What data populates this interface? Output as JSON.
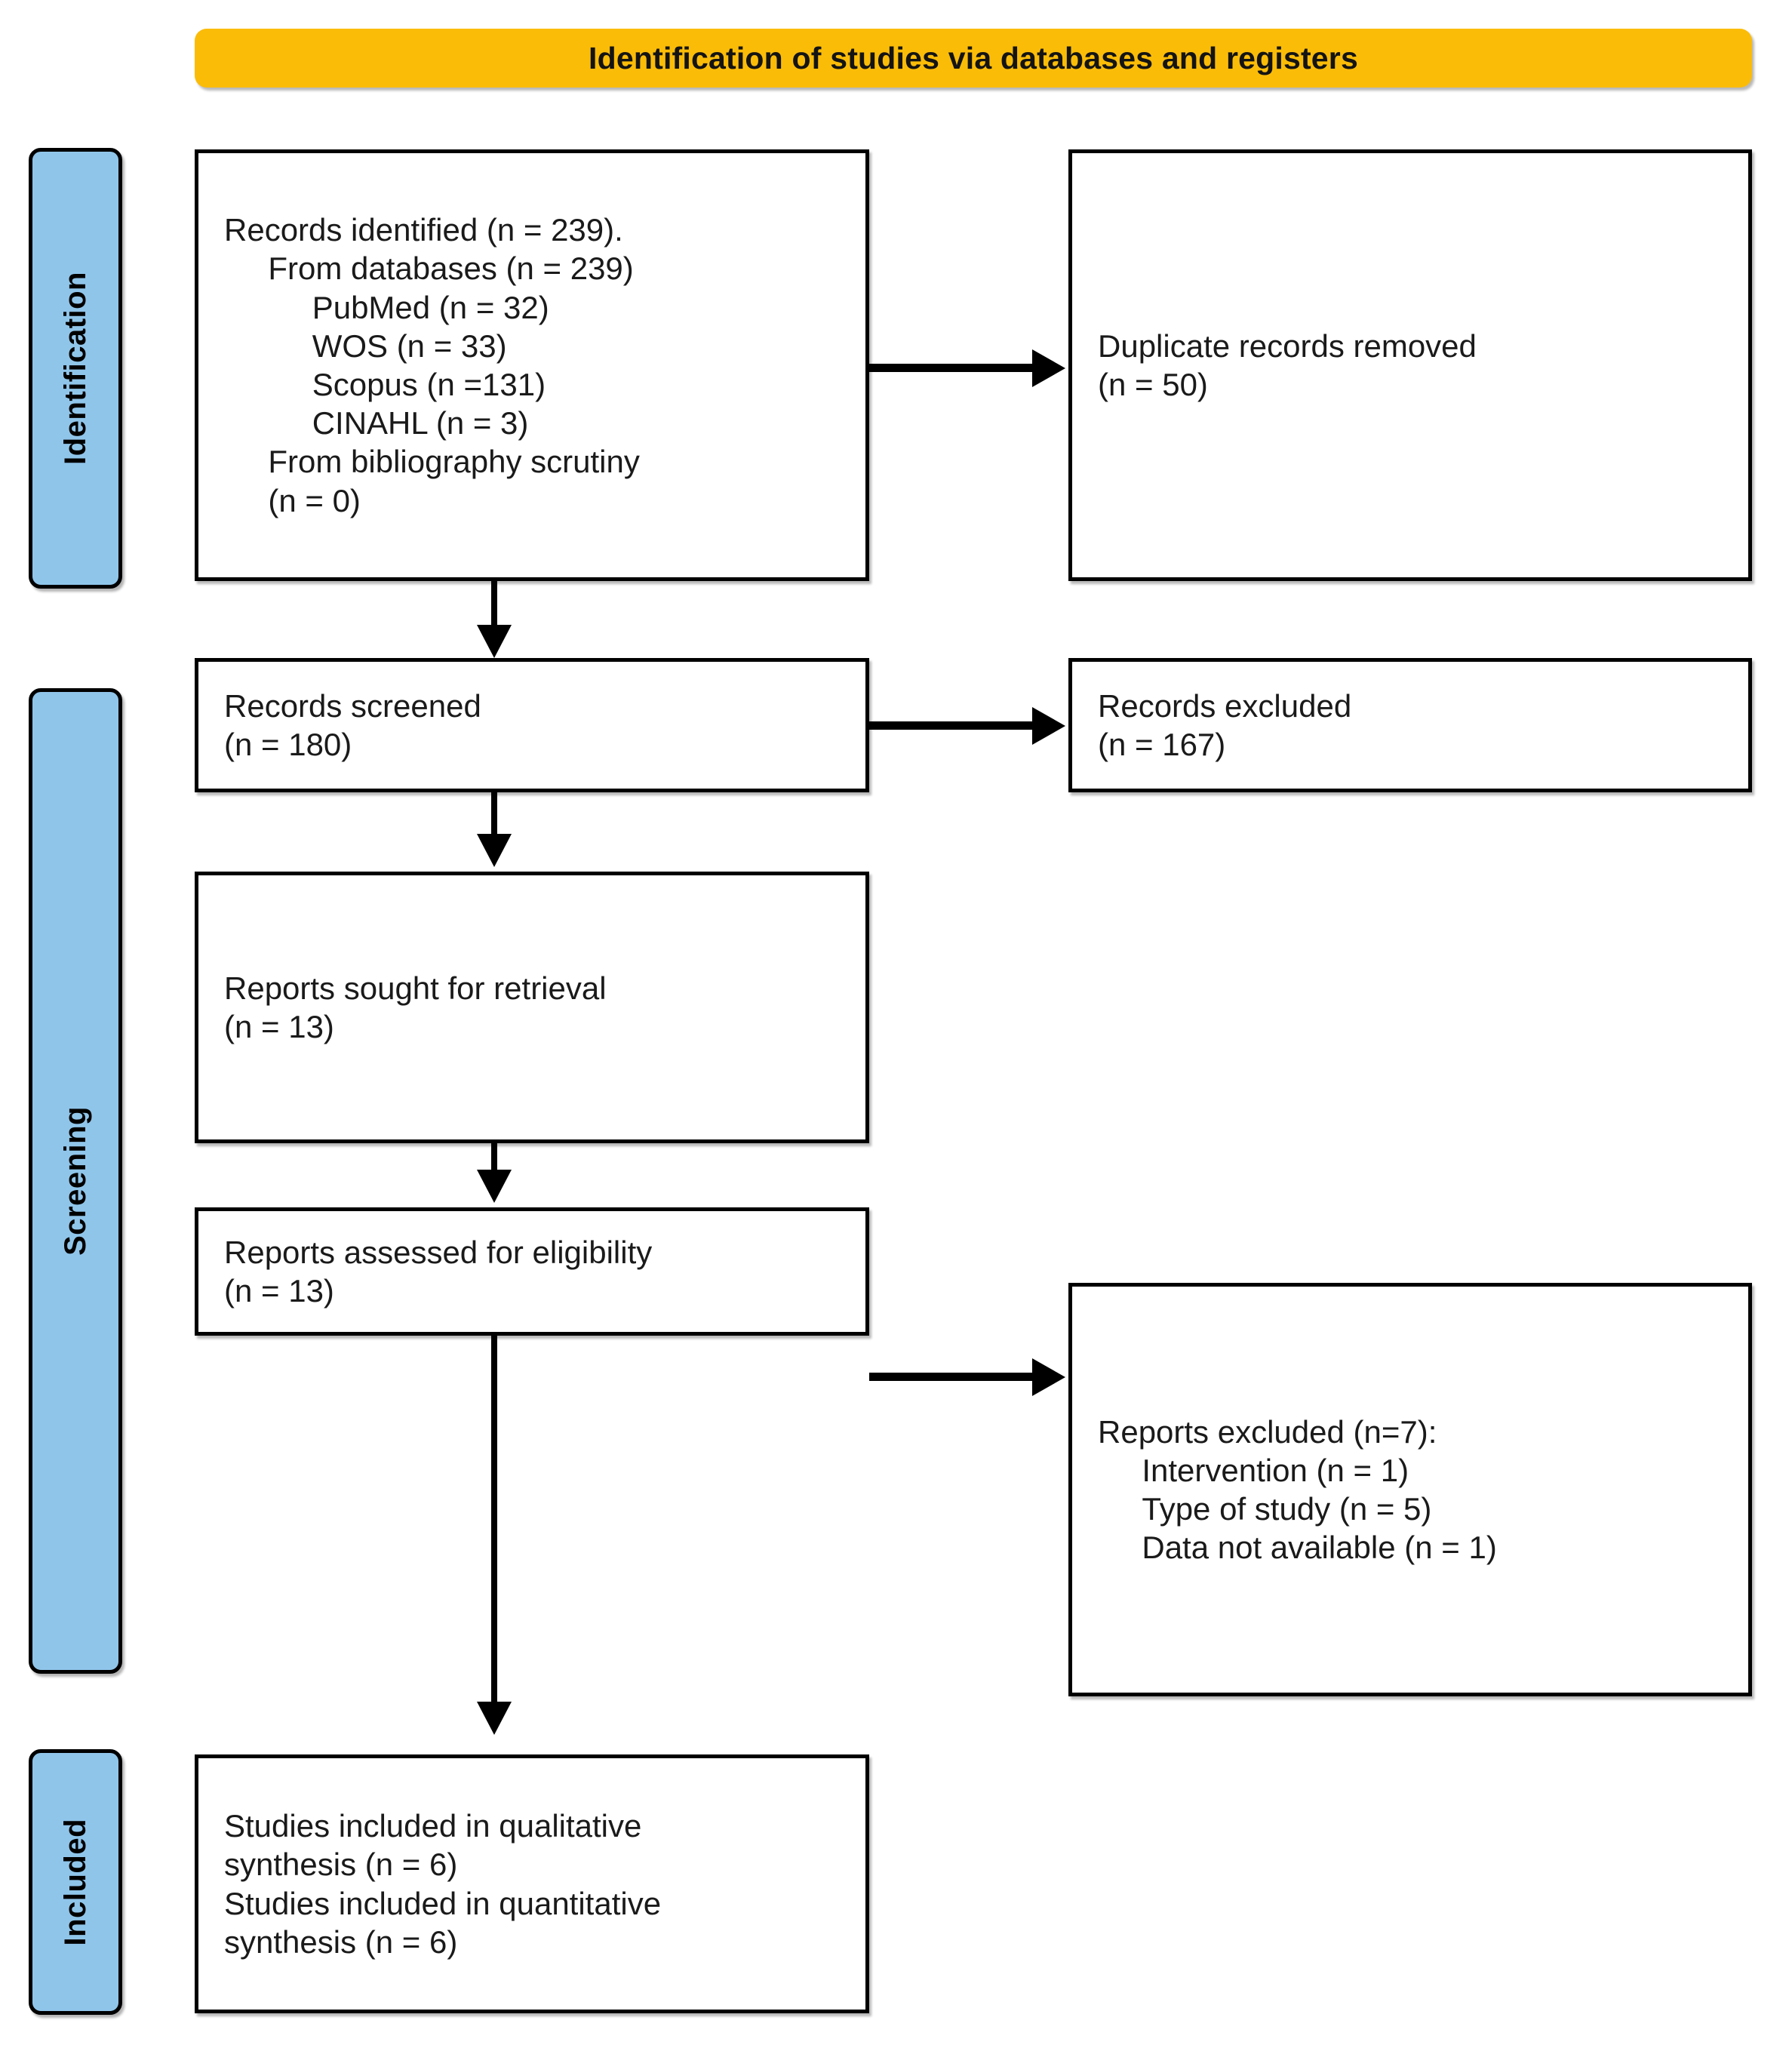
{
  "header": {
    "title": "Identification of studies via databases and registers",
    "background_color": "#FBBC08"
  },
  "phases": {
    "bar_color": "#90C5EA",
    "items": [
      {
        "id": "identification",
        "label": "Identification"
      },
      {
        "id": "screening",
        "label": "Screening"
      },
      {
        "id": "included",
        "label": "Included"
      }
    ]
  },
  "boxes": {
    "records_identified": {
      "text": "Records identified (n = 239).\n     From databases (n = 239)\n          PubMed (n = 32)\n          WOS (n = 33)\n          Scopus (n =131)\n          CINAHL (n = 3)\n     From bibliography scrutiny\n     (n = 0)"
    },
    "duplicates_removed": {
      "text": "Duplicate records removed\n(n = 50)"
    },
    "records_screened": {
      "text": "Records screened\n(n = 180)"
    },
    "records_excluded": {
      "text": "Records excluded\n(n = 167)"
    },
    "reports_sought": {
      "text": "Reports sought for retrieval\n(n = 13)"
    },
    "reports_assessed": {
      "text": "Reports assessed for eligibility\n(n = 13)"
    },
    "reports_excluded": {
      "text": "Reports excluded (n=7):\n     Intervention (n = 1)\n     Type of study (n = 5)\n     Data not available (n = 1)"
    },
    "studies_included": {
      "text": "Studies included in qualitative\nsynthesis (n = 6)\nStudies included in quantitative\nsynthesis (n = 6)"
    }
  },
  "chart_data": {
    "type": "table",
    "title": "Identification of studies via databases and registers",
    "stages": [
      {
        "phase": "Identification",
        "node": "Records identified",
        "n": 239
      },
      {
        "phase": "Identification",
        "node": "From databases",
        "n": 239
      },
      {
        "phase": "Identification",
        "node": "PubMed",
        "n": 32
      },
      {
        "phase": "Identification",
        "node": "WOS",
        "n": 33
      },
      {
        "phase": "Identification",
        "node": "Scopus",
        "n": 131
      },
      {
        "phase": "Identification",
        "node": "CINAHL",
        "n": 3
      },
      {
        "phase": "Identification",
        "node": "From bibliography scrutiny",
        "n": 0
      },
      {
        "phase": "Identification",
        "node": "Duplicate records removed",
        "n": 50
      },
      {
        "phase": "Screening",
        "node": "Records screened",
        "n": 180
      },
      {
        "phase": "Screening",
        "node": "Records excluded",
        "n": 167
      },
      {
        "phase": "Screening",
        "node": "Reports sought for retrieval",
        "n": 13
      },
      {
        "phase": "Screening",
        "node": "Reports assessed for eligibility",
        "n": 13
      },
      {
        "phase": "Screening",
        "node": "Reports excluded",
        "n": 7
      },
      {
        "phase": "Screening",
        "node": "Reports excluded: Intervention",
        "n": 1
      },
      {
        "phase": "Screening",
        "node": "Reports excluded: Type of study",
        "n": 5
      },
      {
        "phase": "Screening",
        "node": "Reports excluded: Data not available",
        "n": 1
      },
      {
        "phase": "Included",
        "node": "Studies included in qualitative synthesis",
        "n": 6
      },
      {
        "phase": "Included",
        "node": "Studies included in quantitative synthesis",
        "n": 6
      }
    ]
  }
}
